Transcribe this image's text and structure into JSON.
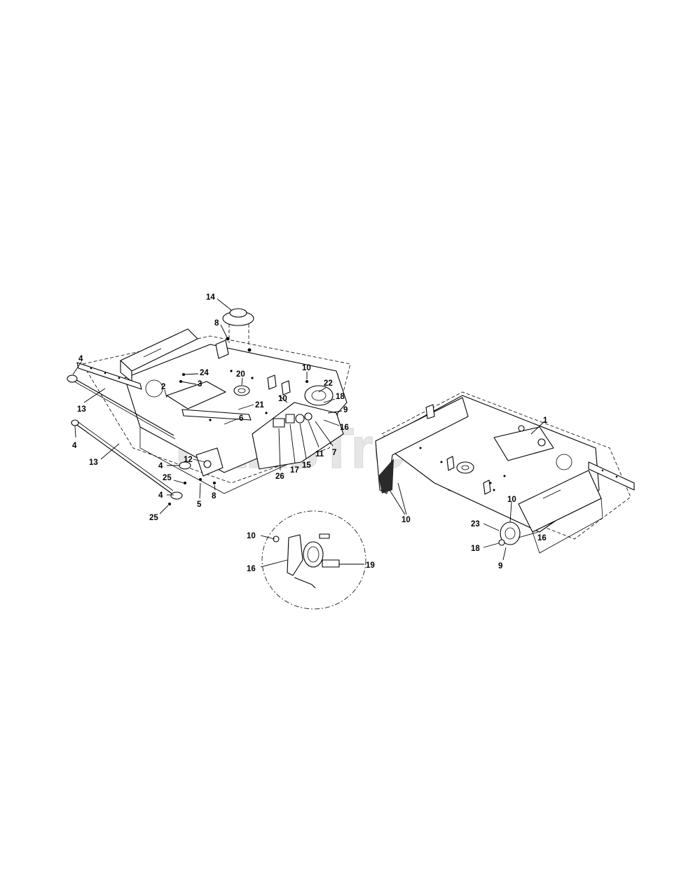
{
  "watermark": {
    "text": "PartsTree",
    "trademark": "™"
  },
  "callouts": {
    "c14": "14",
    "c8a": "8",
    "c4a": "4",
    "c24": "24",
    "c3": "3",
    "c2": "2",
    "c20": "20",
    "c21": "21",
    "c10a": "10",
    "c10b": "10",
    "c22": "22",
    "c18a": "18",
    "c9a": "9",
    "c16a": "16",
    "c6": "6",
    "c13a": "13",
    "c4b": "4",
    "c13b": "13",
    "c4c": "4",
    "c12": "12",
    "c25a": "25",
    "c4d": "4",
    "c25b": "25",
    "c5": "5",
    "c8b": "8",
    "c26": "26",
    "c17": "17",
    "c15": "15",
    "c11": "11",
    "c7": "7",
    "c10c": "10",
    "c16b": "16",
    "c19": "19",
    "c1": "1",
    "c10d": "10",
    "c10e": "10",
    "c23": "23",
    "c18b": "18",
    "c9b": "9",
    "c16c": "16"
  }
}
